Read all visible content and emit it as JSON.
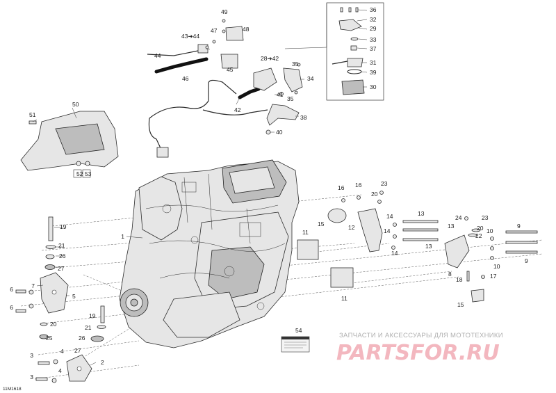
{
  "diagram": {
    "code": "11M1618",
    "watermark_caption": "ЗАПЧАСТИ И АКСЕССУАРЫ ДЛЯ МОТОТЕХНИКИ",
    "watermark_logo": "PARTSFOR.RU",
    "callouts": {
      "c1": "1",
      "c2": "2",
      "c3a": "3",
      "c3b": "3",
      "c4a": "4",
      "c4b": "4",
      "c5": "5",
      "c6a": "6",
      "c6b": "6",
      "c7": "7",
      "c8": "8",
      "c9a": "9",
      "c9b": "9",
      "c10a": "10",
      "c10b": "10",
      "c11a": "11",
      "c11b": "11",
      "c12": "12",
      "c13a": "13",
      "c13b": "13",
      "c13c": "13",
      "c14a": "14",
      "c14b": "14",
      "c14c": "14",
      "c15a": "15",
      "c15b": "15",
      "c16a": "16",
      "c16b": "16",
      "c17": "17",
      "c18": "18",
      "c19a": "19",
      "c19b": "19",
      "c20a": "20",
      "c20b": "20",
      "c20c": "20",
      "c21a": "21",
      "c21b": "21",
      "c22": "22",
      "c23a": "23",
      "c23b": "23",
      "c24": "24",
      "c25": "25",
      "c26a": "26",
      "c26b": "26",
      "c27a": "27",
      "c27b": "27",
      "c28": "28",
      "c28to": "42",
      "c29": "29",
      "c30": "30",
      "c31": "31",
      "c32": "32",
      "c33": "33",
      "c34": "34",
      "c35a": "35",
      "c35b": "35",
      "c36": "36",
      "c37": "37",
      "c38": "38",
      "c39": "39",
      "c40": "40",
      "c41": "41",
      "c42": "42",
      "c43": "43",
      "c43to": "44",
      "c44": "44",
      "c45": "45",
      "c46": "46",
      "c47": "47",
      "c48": "48",
      "c49": "49",
      "c50": "50",
      "c51": "51",
      "c52": "52",
      "c53": "53",
      "c54": "54"
    }
  }
}
